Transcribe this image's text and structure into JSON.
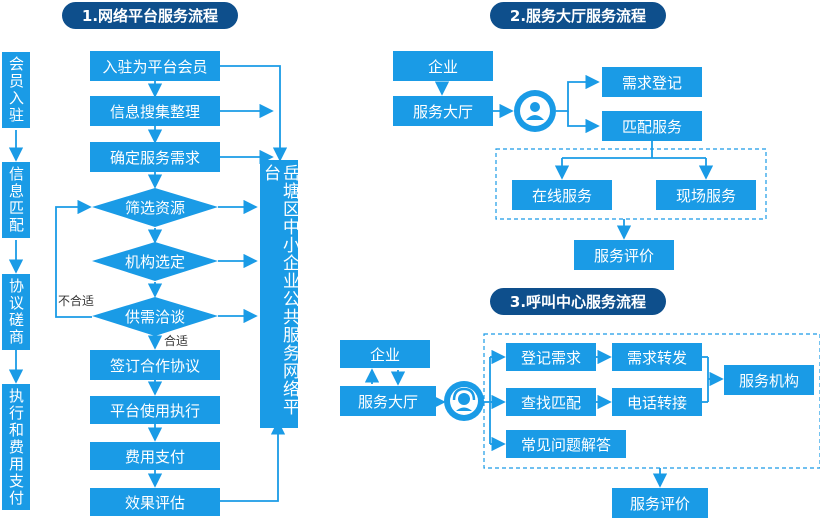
{
  "titles": {
    "s1": "1.网络平台服务流程",
    "s2": "2.服务大厅服务流程",
    "s3": "3.呼叫中心服务流程"
  },
  "left_steps": [
    "会员入驻",
    "信息匹配",
    "协议磋商",
    "执行和费用支付"
  ],
  "flow1": {
    "step1": "入驻为平台会员",
    "step2": "信息搜集整理",
    "step3": "确定服务需求",
    "d1": "筛选资源",
    "d2": "机构选定",
    "d3": "供需洽谈",
    "step4": "签订合作协议",
    "step5": "平台使用执行",
    "step6": "费用支付",
    "step7": "效果评估",
    "not_fit": "不合适",
    "fit": "合适",
    "platform": "岳塘区中小企业公共服务网络平台"
  },
  "flow2": {
    "enterprise": "企业",
    "hall": "服务大厅",
    "demand": "需求登记",
    "match": "匹配服务",
    "online": "在线服务",
    "onsite": "现场服务",
    "eval": "服务评价"
  },
  "flow3": {
    "enterprise": "企业",
    "hall": "服务大厅",
    "register": "登记需求",
    "forward": "需求转发",
    "search": "查找匹配",
    "transfer": "电话转接",
    "faq": "常见问题解答",
    "agency": "服务机构",
    "eval": "服务评价"
  },
  "colors": {
    "box": "#1a9be6",
    "title": "#0e4f8c",
    "line": "#1a9be6"
  }
}
